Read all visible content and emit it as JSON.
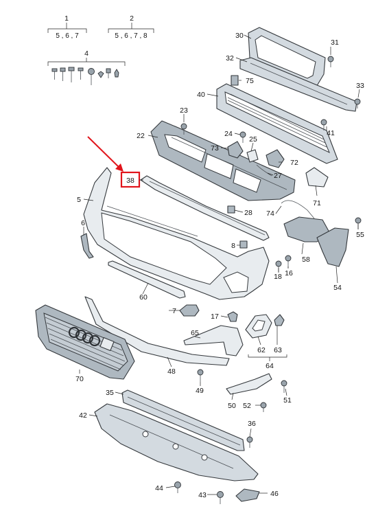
{
  "callouts": {
    "p1": "1",
    "p2": "2",
    "p4": "4",
    "p5": "5",
    "p6": "6",
    "p7": "7",
    "p8": "8",
    "p16": "16",
    "p17": "17",
    "p18": "18",
    "p22": "22",
    "p23": "23",
    "p24": "24",
    "p25": "25",
    "p27": "27",
    "p28": "28",
    "p30": "30",
    "p31": "31",
    "p32": "32",
    "p33": "33",
    "p35": "35",
    "p36": "36",
    "p38": "38",
    "p40": "40",
    "p41": "41",
    "p42": "42",
    "p43": "43",
    "p44": "44",
    "p46": "46",
    "p48": "48",
    "p49": "49",
    "p50": "50",
    "p51": "51",
    "p52": "52",
    "p54": "54",
    "p55": "55",
    "p58": "58",
    "p60": "60",
    "p62": "62",
    "p63": "63",
    "p64": "64",
    "p65": "65",
    "p70": "70",
    "p71": "71",
    "p72": "72",
    "p73": "73",
    "p74": "74",
    "p75": "75"
  },
  "sub_refs": {
    "group1": "5 , 6 , 7",
    "group2": "5 , 6 , 7 , 8"
  },
  "highlight": {
    "part": "38",
    "color": "#e1141b"
  },
  "colors": {
    "part_fill": "#d3dae0",
    "outline": "#33373b",
    "highlight": "#e1141b"
  }
}
